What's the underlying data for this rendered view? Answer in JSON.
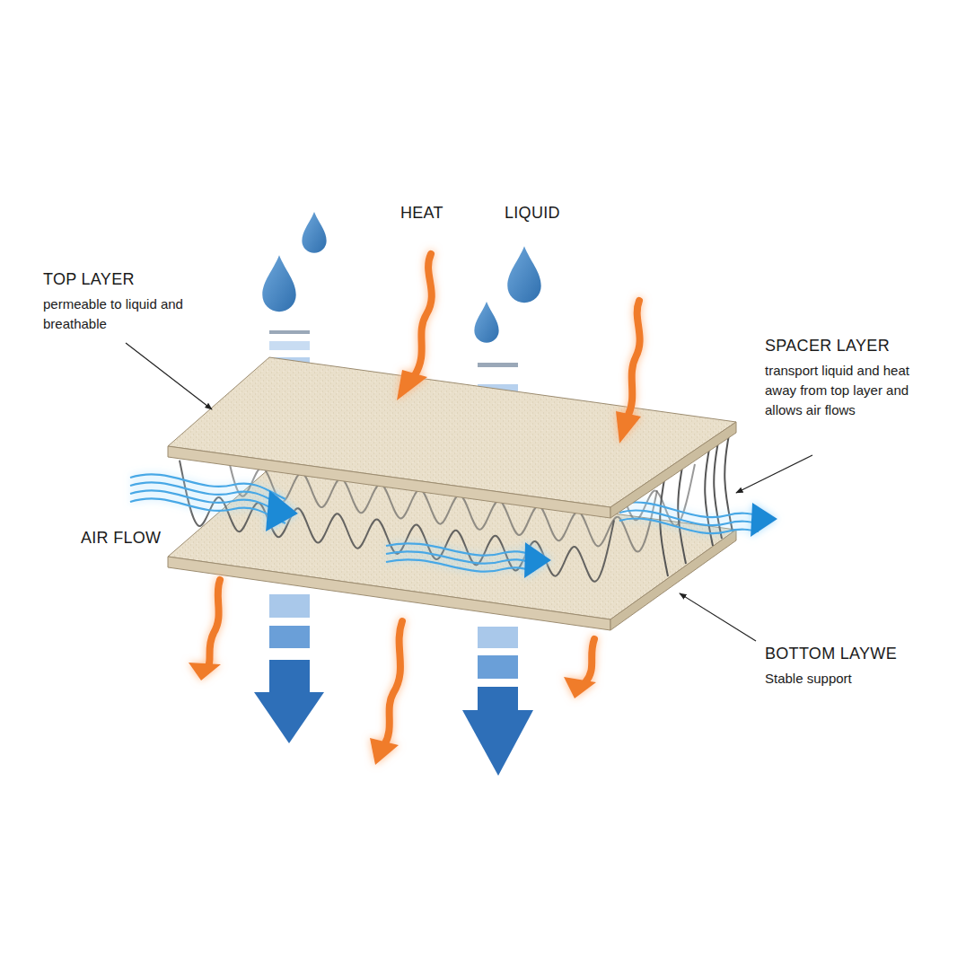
{
  "diagram": {
    "labels": [
      "HEAT",
      "LIQUID",
      "TOP LAYER",
      "permeable to liquid and breathable",
      "SPACER LAYER",
      "transport liquid and heat away from top layer and allows air flows",
      "AIR FLOW",
      "BOTTOM LAYWE",
      "Stable support"
    ]
  }
}
